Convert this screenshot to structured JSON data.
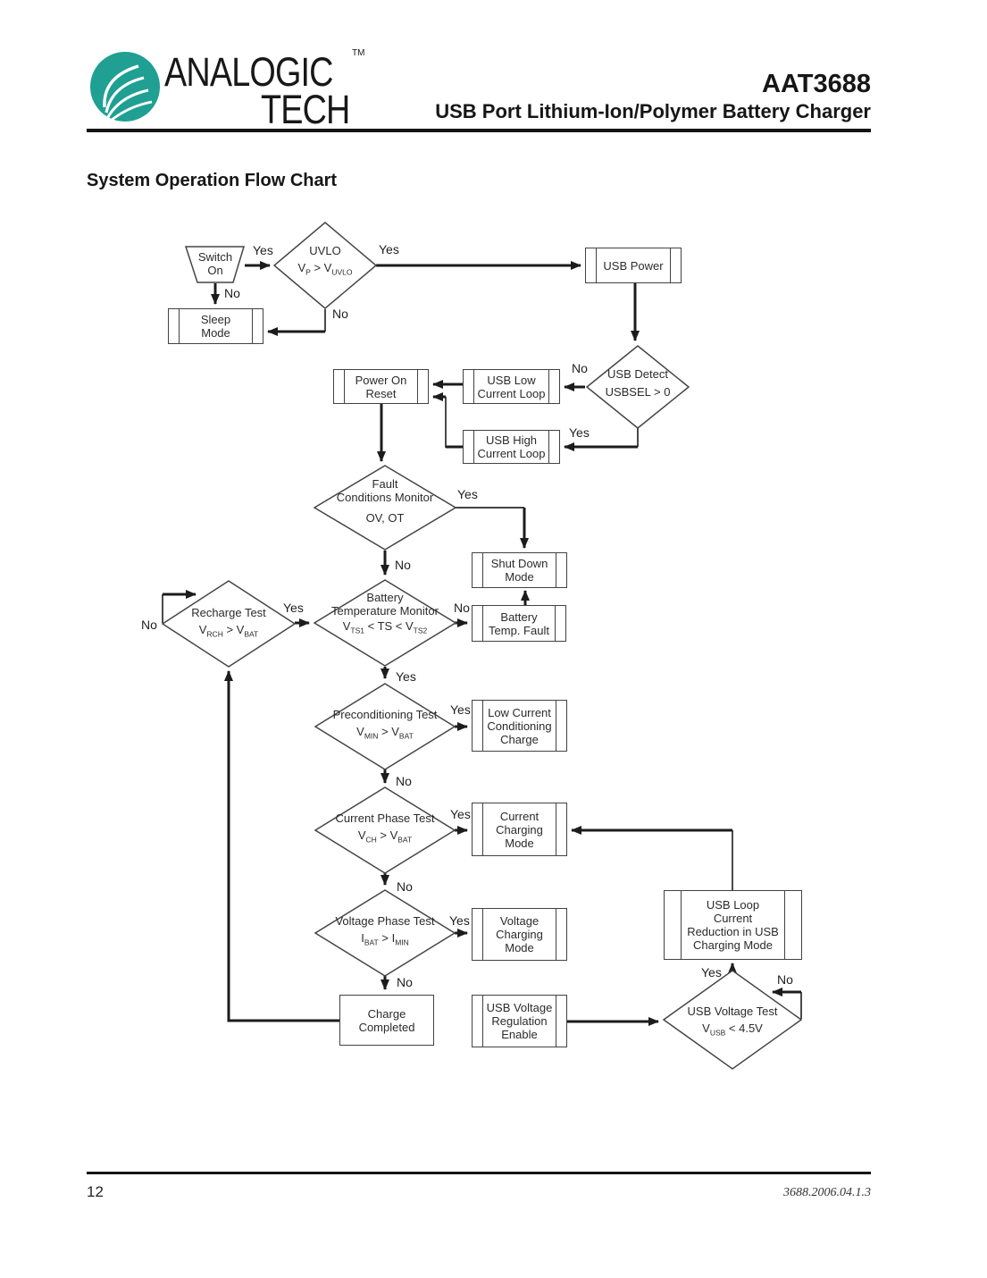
{
  "brand_color": "#1FA092",
  "header": {
    "logo": {
      "word1": "ANALOGIC",
      "word2": "TECH",
      "trademark": "TM",
      "color": "#1FA092"
    },
    "part_number": "AAT3688",
    "subtitle": "USB Port Lithium-Ion/Polymer Battery Charger"
  },
  "section_title": "System Operation Flow Chart",
  "flow": {
    "nodes": {
      "switch_on": {
        "lines": [
          "Switch",
          "On"
        ]
      },
      "uvlo": {
        "title": "UVLO",
        "formula": [
          {
            "t": "V"
          },
          {
            "t": "P",
            "sub": true
          },
          {
            "t": " > V"
          },
          {
            "t": "UVLO",
            "sub": true
          }
        ]
      },
      "usb_power": {
        "lines": [
          "USB Power"
        ]
      },
      "sleep_mode": {
        "lines": [
          "Sleep",
          "Mode"
        ]
      },
      "power_on_reset": {
        "lines": [
          "Power On",
          "Reset"
        ]
      },
      "usb_low_loop": {
        "lines": [
          "USB Low",
          "Current Loop"
        ]
      },
      "usb_detect": {
        "lines": [
          "USB Detect",
          "USBSEL > 0"
        ]
      },
      "usb_high_loop": {
        "lines": [
          "USB High",
          "Current Loop"
        ]
      },
      "fault_monitor": {
        "lines": [
          "Fault",
          "Conditions Monitor"
        ],
        "detail": "OV, OT"
      },
      "shut_down": {
        "lines": [
          "Shut Down",
          "Mode"
        ]
      },
      "recharge_test": {
        "title": "Recharge Test",
        "formula": [
          {
            "t": "V"
          },
          {
            "t": "RCH",
            "sub": true
          },
          {
            "t": " > V"
          },
          {
            "t": "BAT",
            "sub": true
          }
        ]
      },
      "batt_temp_monitor": {
        "lines": [
          "Battery",
          "Temperature Monitor"
        ],
        "formula": [
          {
            "t": "V"
          },
          {
            "t": "TS1",
            "sub": true
          },
          {
            "t": " < TS < V"
          },
          {
            "t": "TS2",
            "sub": true
          }
        ]
      },
      "batt_temp_fault": {
        "lines": [
          "Battery",
          "Temp. Fault"
        ]
      },
      "precondition_test": {
        "title": "Preconditioning Test",
        "formula": [
          {
            "t": "V"
          },
          {
            "t": "MIN",
            "sub": true
          },
          {
            "t": " > V"
          },
          {
            "t": "BAT",
            "sub": true
          }
        ]
      },
      "low_current_charge": {
        "lines": [
          "Low Current",
          "Conditioning",
          "Charge"
        ]
      },
      "current_phase_test": {
        "title": "Current Phase Test",
        "formula": [
          {
            "t": "V"
          },
          {
            "t": "CH",
            "sub": true
          },
          {
            "t": " > V"
          },
          {
            "t": "BAT",
            "sub": true
          }
        ]
      },
      "current_charging": {
        "lines": [
          "Current",
          "Charging",
          "Mode"
        ]
      },
      "voltage_phase_test": {
        "title": "Voltage Phase Test",
        "formula": [
          {
            "t": "I"
          },
          {
            "t": "BAT",
            "sub": true
          },
          {
            "t": " > I"
          },
          {
            "t": "MIN",
            "sub": true
          }
        ]
      },
      "voltage_charging": {
        "lines": [
          "Voltage",
          "Charging",
          "Mode"
        ]
      },
      "usb_loop_reduction": {
        "lines": [
          "USB Loop",
          "Current",
          "Reduction in USB",
          "Charging Mode"
        ]
      },
      "charge_completed": {
        "lines": [
          "Charge",
          "Completed"
        ]
      },
      "usb_vreg_enable": {
        "lines": [
          "USB Voltage",
          "Regulation",
          "Enable"
        ]
      },
      "usb_voltage_test": {
        "title": "USB Voltage Test",
        "formula": [
          {
            "t": "V"
          },
          {
            "t": "USB",
            "sub": true
          },
          {
            "t": " < 4.5V"
          }
        ]
      }
    },
    "edge_labels": {
      "switch_on_yes": "Yes",
      "switch_on_no": "No",
      "uvlo_yes": "Yes",
      "uvlo_no": "No",
      "usb_detect_no": "No",
      "usb_detect_yes": "Yes",
      "fault_yes": "Yes",
      "fault_no": "No",
      "batt_temp_no": "No",
      "batt_temp_yes": "Yes",
      "recharge_yes": "Yes",
      "recharge_no": "No",
      "precond_yes": "Yes",
      "precond_no": "No",
      "current_phase_yes": "Yes",
      "current_phase_no": "No",
      "voltage_phase_yes": "Yes",
      "voltage_phase_no": "No",
      "usb_vtest_yes": "Yes",
      "usb_vtest_no": "No"
    }
  },
  "footer": {
    "page_number": "12",
    "doc_code": "3688.2006.04.1.3"
  }
}
